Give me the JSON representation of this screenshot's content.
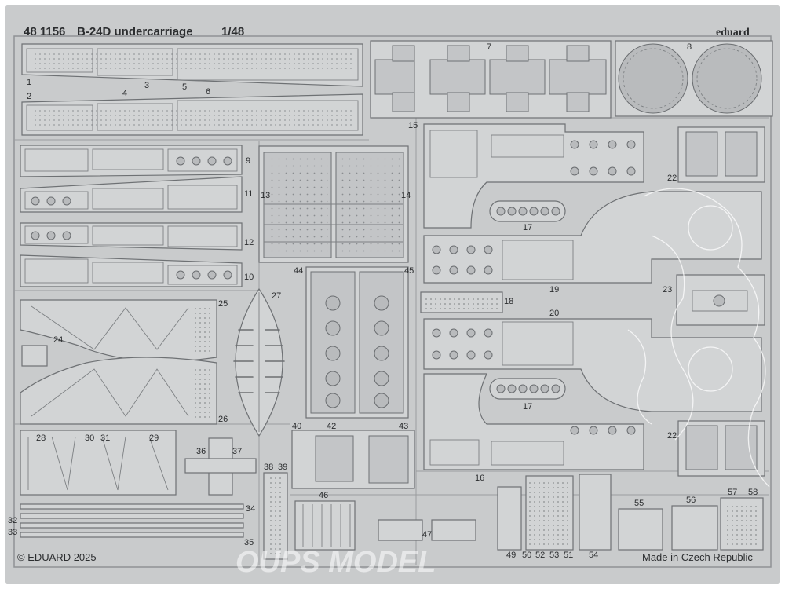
{
  "header": {
    "code": "48 1156",
    "name": "B-24D undercarriage",
    "scale": "1/48",
    "brand": "eduard"
  },
  "footer": {
    "copyright": "© EDUARD 2025",
    "origin": "Made in Czech Republic"
  },
  "watermark": "OUPS MODEL",
  "part_labels": {
    "p1": "1",
    "p2": "2",
    "p3": "3",
    "p4": "4",
    "p5": "5",
    "p6": "6",
    "p7": "7",
    "p8": "8",
    "p9": "9",
    "p10": "10",
    "p11": "11",
    "p12": "12",
    "p13": "13",
    "p14": "14",
    "p15": "15",
    "p16": "16",
    "p17a": "17",
    "p17b": "17",
    "p18": "18",
    "p19": "19",
    "p20": "20",
    "p22a": "22",
    "p22b": "22",
    "p23": "23",
    "p24": "24",
    "p25": "25",
    "p26": "26",
    "p27": "27",
    "p28": "28",
    "p29": "29",
    "p30": "30",
    "p31": "31",
    "p32": "32",
    "p33": "33",
    "p34": "34",
    "p35": "35",
    "p36": "36",
    "p37": "37",
    "p38": "38",
    "p39": "39",
    "p40": "40",
    "p42": "42",
    "p43": "43",
    "p44": "44",
    "p45": "45",
    "p46": "46",
    "p47": "47",
    "p49": "49",
    "p50": "50",
    "p51": "51",
    "p52": "52",
    "p53": "53",
    "p54": "54",
    "p55": "55",
    "p56": "56",
    "p57": "57",
    "p58": "58"
  }
}
